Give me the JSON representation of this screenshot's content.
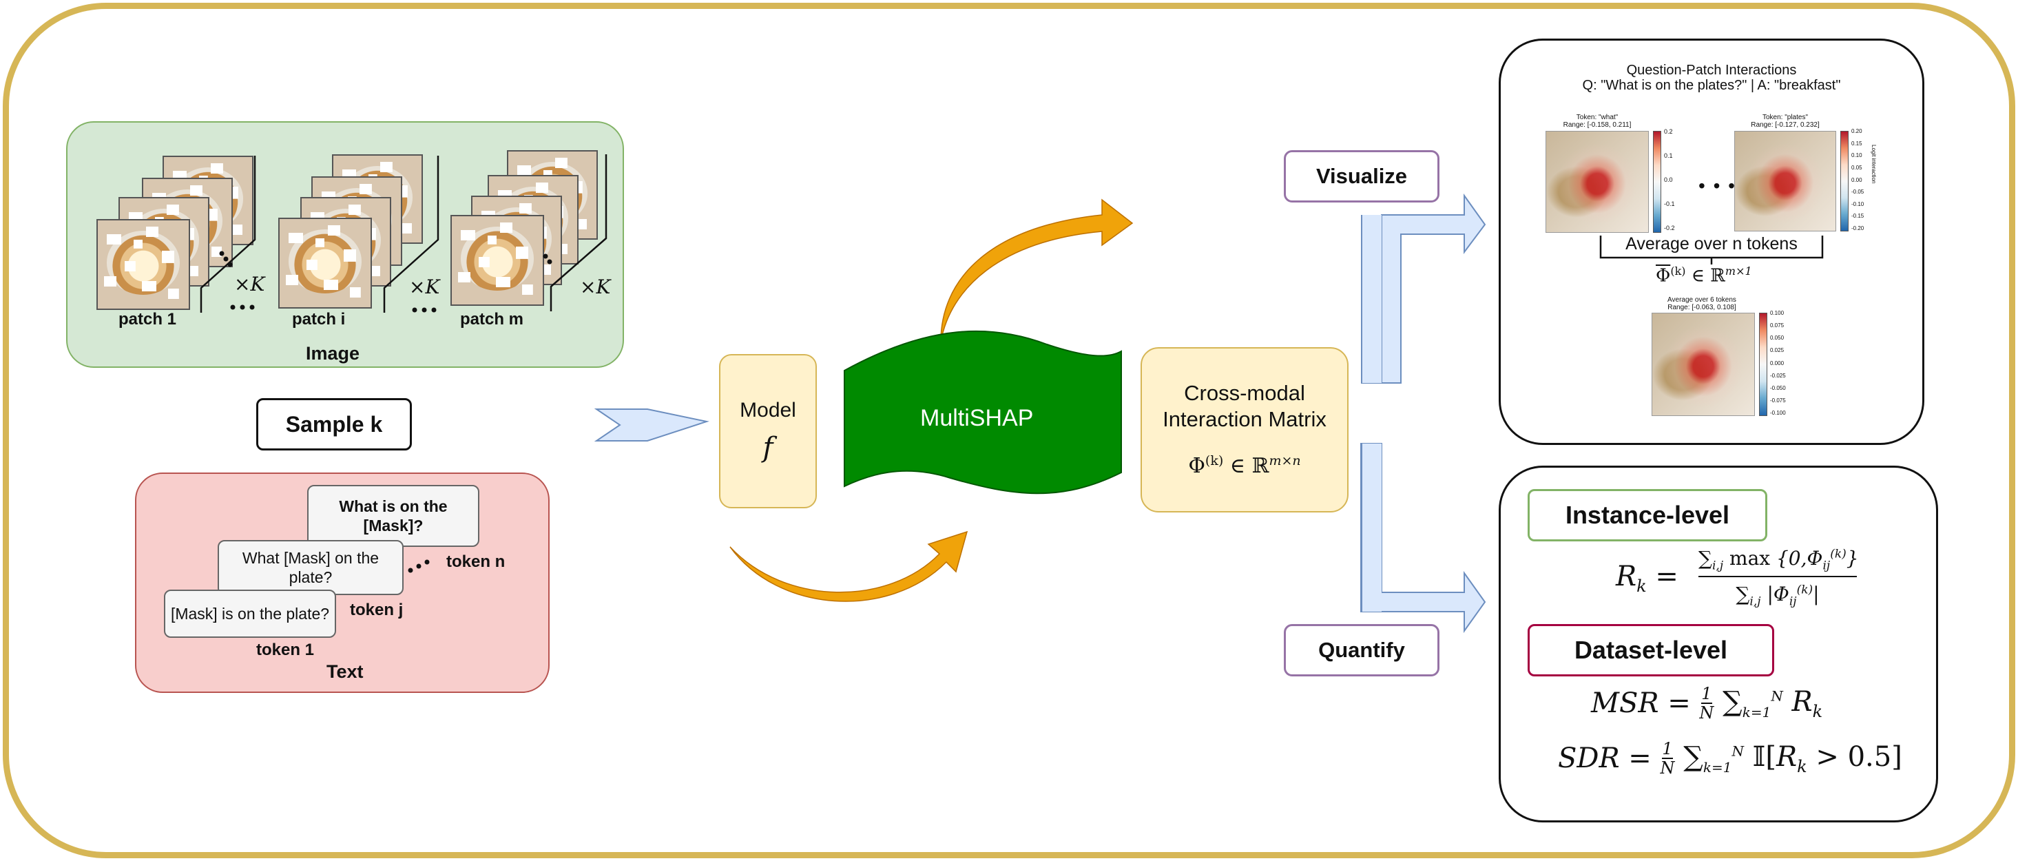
{
  "left": {
    "image_panel_label": "Image",
    "patch_labels": [
      "patch 1",
      "patch i",
      "patch m"
    ],
    "times_k": "×K",
    "sample_label": "Sample k",
    "text_panel_label": "Text",
    "text_cards": [
      "What is on the [Mask]?",
      "What [Mask] on the plate?",
      "[Mask] is on the plate?"
    ],
    "token_labels": [
      "token n",
      "token j",
      "token 1"
    ]
  },
  "center": {
    "model_label": "Model",
    "model_symbol": "f",
    "method_label": "MultiSHAP",
    "matrix_title": "Cross-modal Interaction Matrix",
    "matrix_formula": "Φ(k) ∈ ℝm×n"
  },
  "actions": {
    "visualize": "Visualize",
    "quantify": "Quantify"
  },
  "viz_panel": {
    "title": "Question-Patch Interactions",
    "subtitle": "Q: \"What is on the plates?\" | A: \"breakfast\"",
    "heatmap_left": {
      "token": "Token: \"what\"",
      "range": "Range: [-0.158, 0.211]",
      "ticks": [
        "0.2",
        "0.1",
        "0.0",
        "-0.1",
        "-0.2"
      ]
    },
    "heatmap_right": {
      "token": "Token: \"plates\"",
      "range": "Range: [-0.127, 0.232]",
      "ticks": [
        "0.20",
        "0.15",
        "0.10",
        "0.05",
        "0.00",
        "-0.05",
        "-0.10",
        "-0.15",
        "-0.20"
      ]
    },
    "ellipsis": "• • •",
    "average_label": "Average over n tokens",
    "average_formula": "Φ(k) ∈ ℝm×1",
    "heatmap_avg": {
      "token": "Average over 6 tokens",
      "range": "Range: [-0.063, 0.108]",
      "ticks": [
        "0.100",
        "0.075",
        "0.050",
        "0.025",
        "0.000",
        "-0.025",
        "-0.050",
        "-0.075",
        "-0.100"
      ]
    },
    "colorbar_label": "Logit interaction"
  },
  "quant_panel": {
    "instance_label": "Instance-level",
    "instance_formula_lhs": "Rk =",
    "instance_formula_num": "∑i,j max {0,Φij(k)}",
    "instance_formula_den": "∑i,j |Φij(k)|",
    "dataset_label": "Dataset-level",
    "msr_formula": "MSR = 1/N ∑k=1N Rk",
    "sdr_formula": "SDR = 1/N ∑k=1N 𝕀[Rk > 0.5]"
  },
  "colors": {
    "frame": "#d6b656",
    "image_panel": "#d5e8d4",
    "text_panel": "#f8cecc",
    "model_box": "#fff2cc",
    "multishap": "#008a00",
    "arrow_orange": "#f0a30a",
    "arrow_blue": "#dae8fc",
    "tag_border": "#9673a6",
    "instance_border": "#82b366",
    "dataset_border": "#a50040"
  }
}
